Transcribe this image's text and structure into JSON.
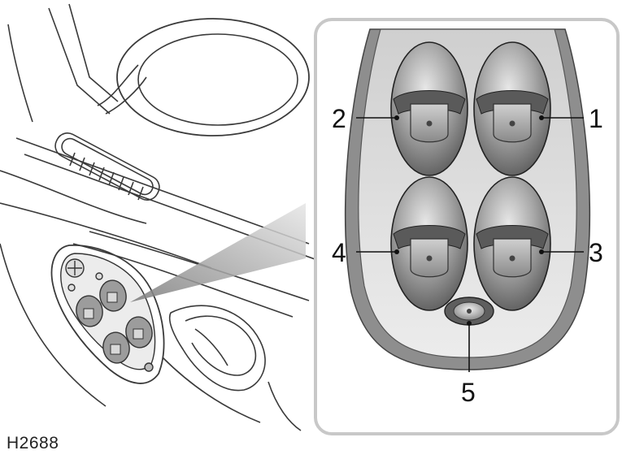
{
  "figure_id": "H2688",
  "callouts": {
    "one": "1",
    "two": "2",
    "three": "3",
    "four": "4",
    "five": "5"
  },
  "colors": {
    "line": "#333333",
    "panel_border": "#c8c8c8",
    "switch_dark": "#6f6f6f",
    "switch_light": "#d9d9d9",
    "pointer_wedge": "#bdbdbd"
  }
}
